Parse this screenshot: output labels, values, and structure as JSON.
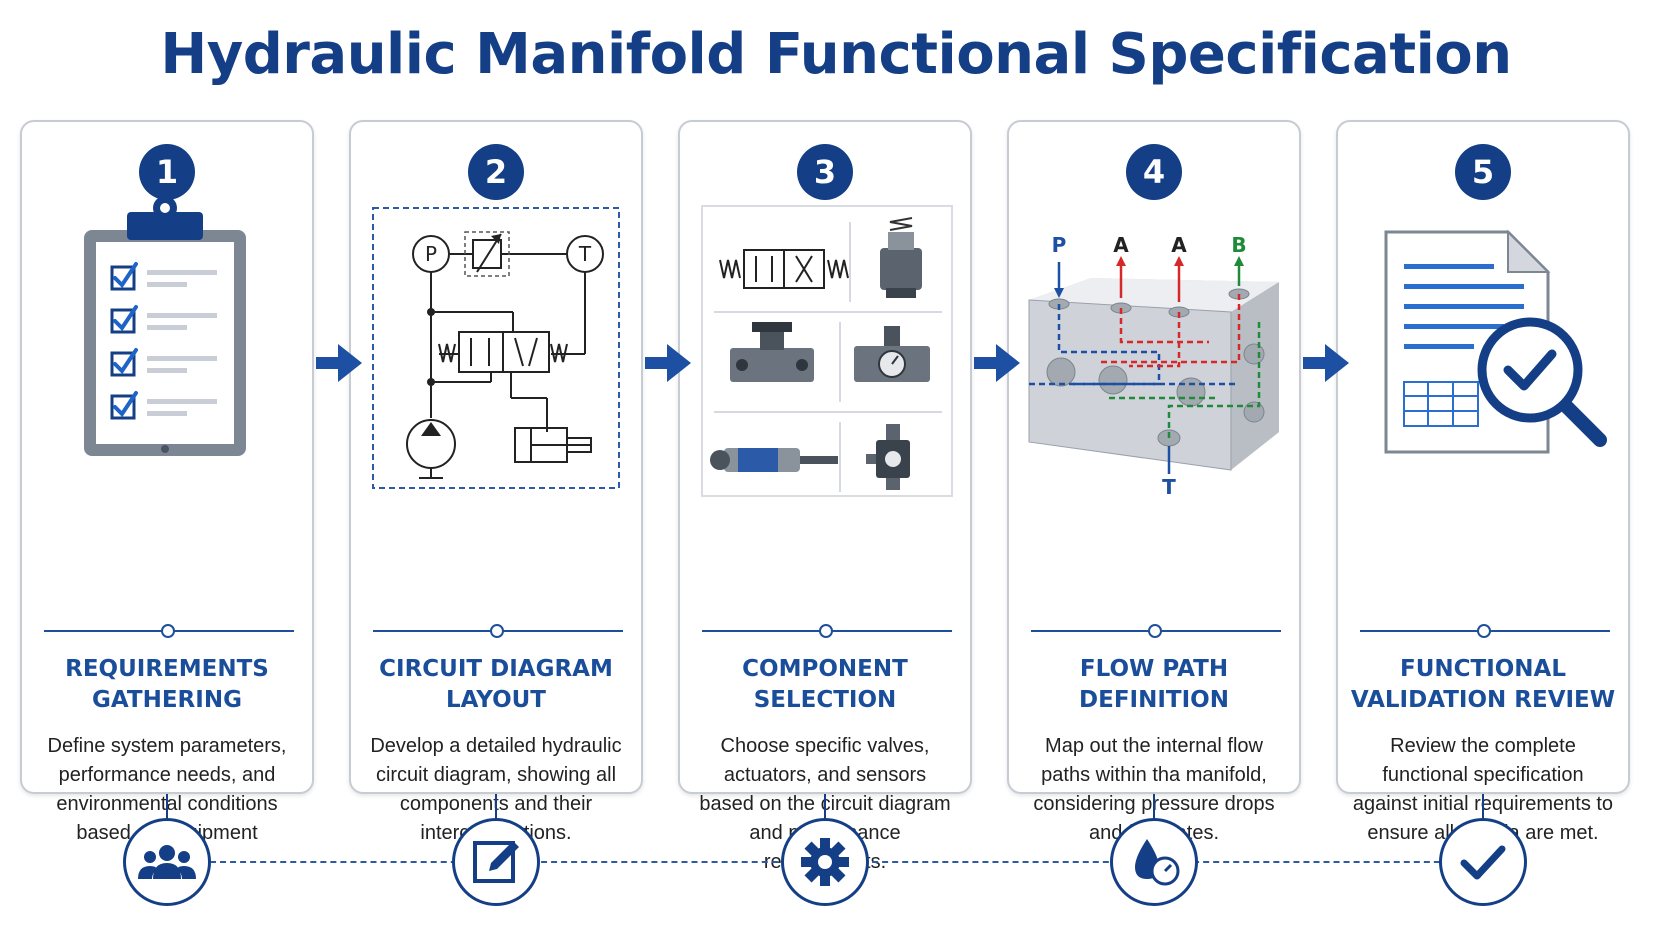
{
  "title": "Hydraulic Manifold Functional Specification",
  "colors": {
    "primary": "#143f86",
    "accent": "#1a4d9a",
    "red": "#d62828",
    "green": "#1f8a3a"
  },
  "steps": [
    {
      "number": "1",
      "title_line1": "REQUIREMENTS",
      "title_line2": "GATHERING",
      "description": "Define system parameters, performance needs, and environmental conditions based on equipment purpose.",
      "illustration": "clipboard-checklist-icon",
      "bottom_icon": "team-icon"
    },
    {
      "number": "2",
      "title_line1": "CIRCUIT DIAGRAM",
      "title_line2": "LAYOUT",
      "description": "Develop a detailed hydraulic circuit diagram, showing all components and their interconnections.",
      "illustration": "hydraulic-circuit-diagram",
      "symbols": {
        "pump": "P",
        "tank": "T"
      },
      "bottom_icon": "edit-icon"
    },
    {
      "number": "3",
      "title_line1": "COMPONENT",
      "title_line2": "SELECTION",
      "description": "Choose specific valves, actuators, and sensors based on the circuit diagram and performance requirements.",
      "illustration": "component-grid",
      "bottom_icon": "gear-icon"
    },
    {
      "number": "4",
      "title_line1": "FLOW PATH",
      "title_line2": "DEFINITION",
      "description": "Map out the internal flow paths within tha manifold, considering pressure drops and flow rates.",
      "illustration": "manifold-block",
      "ports": {
        "p": "P",
        "a1": "A",
        "a2": "A",
        "b": "B",
        "t": "T"
      },
      "bottom_icon": "flow-gauge-icon"
    },
    {
      "number": "5",
      "title_line1": "FUNCTIONAL",
      "title_line2": "VALIDATION REVIEW",
      "description": "Review the complete functional specification against initial requirements to ensure all criteria are met.",
      "illustration": "document-magnifier-check",
      "bottom_icon": "checkmark-icon"
    }
  ]
}
